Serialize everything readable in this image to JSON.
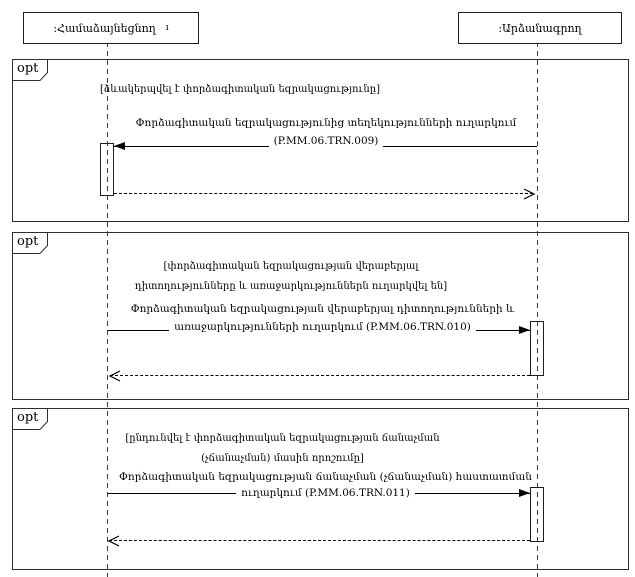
{
  "diagram": {
    "type_label": "uml-sequence",
    "colors": {
      "line": "#000000",
      "background": "#ffffff"
    },
    "actors": [
      {
        "label": ":Համաձայնեցնող",
        "extra_mark": "ı"
      },
      {
        "label": ":Արձանագրող"
      }
    ],
    "fragments": [
      {
        "operator": "opt",
        "guard_lines": [
          "[ձևակերպվել է փորձագիտական եզրակացությունը]"
        ],
        "message": {
          "line1": "Փորձագիտական եզրակացությունից տեղեկությունների ուղարկում",
          "line2": "(P.MM.06.TRN.009)",
          "direction": "right-to-left"
        },
        "return_message": {
          "style": "dashed",
          "direction": "left-to-right"
        }
      },
      {
        "operator": "opt",
        "guard_lines": [
          "[փորձագիտական եզրակացության վերաբերյալ",
          "դիտողությունները և առաջարկություններն ուղարկվել են]"
        ],
        "message": {
          "line1": "Փորձագիտական եզրակացության վերաբերյալ դիտողությունների և",
          "line2": "առաջարկությունների ուղարկում (P.MM.06.TRN.010)",
          "direction": "left-to-right"
        },
        "return_message": {
          "style": "dashed",
          "direction": "right-to-left"
        }
      },
      {
        "operator": "opt",
        "guard_lines": [
          "[ընդունվել է փորձագիտական եզրակացության ճանաչման",
          "(չճանաչման) մասին որոշումը]"
        ],
        "message": {
          "line1": "Փորձագիտական եզրակացության ճանաչման (չճանաչման) հաստատման",
          "line2": "ուղարկում (P.MM.06.TRN.011)",
          "direction": "left-to-right"
        },
        "return_message": {
          "style": "dashed",
          "direction": "right-to-left"
        }
      }
    ]
  }
}
